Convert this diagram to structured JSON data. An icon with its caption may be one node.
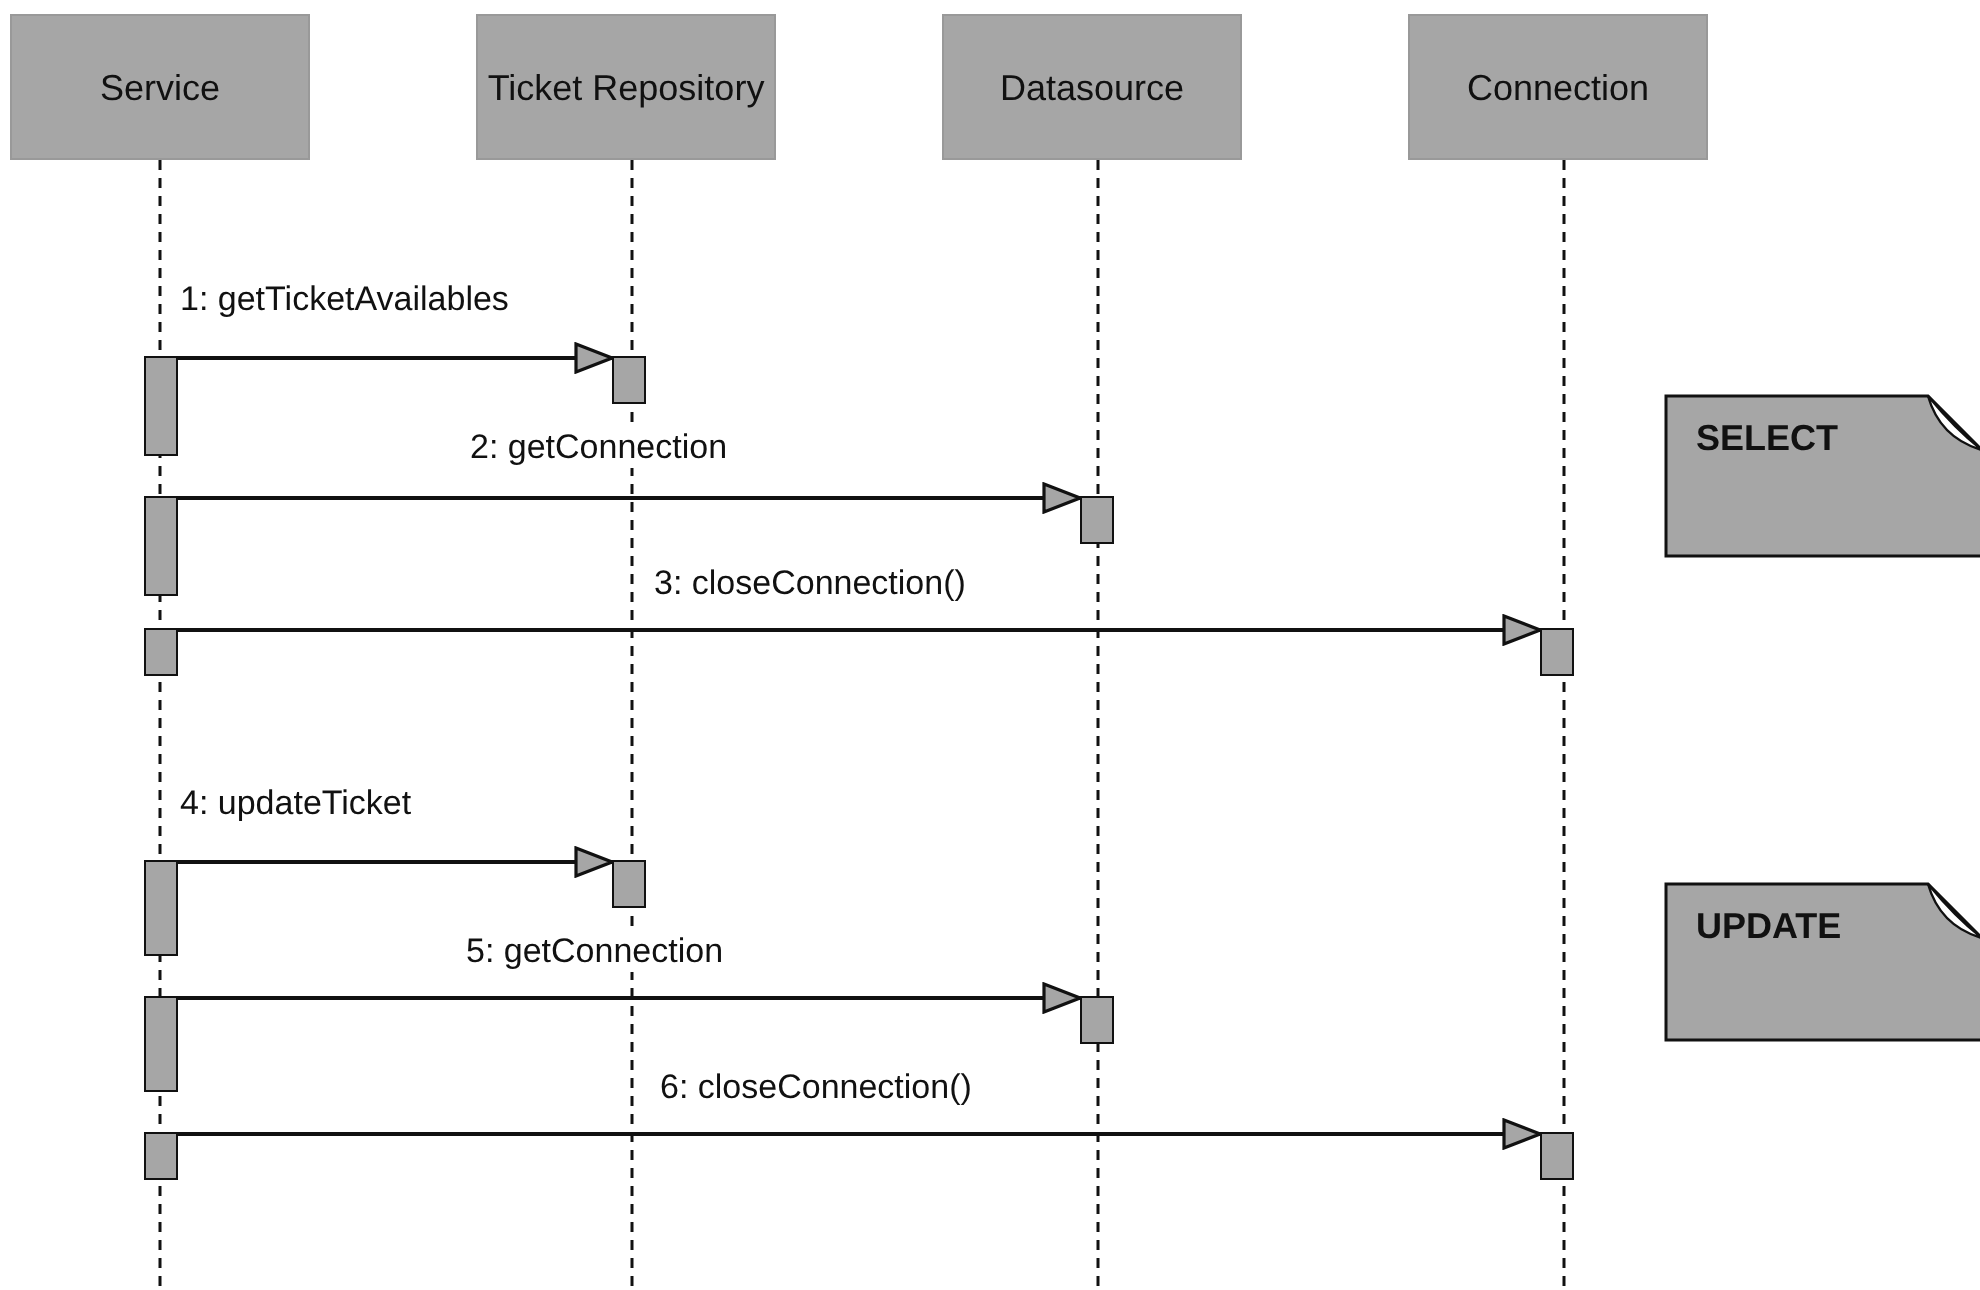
{
  "diagram": {
    "nodes": [
      {
        "text": [
          "Service"
        ]
      },
      {
        "text": [
          "Ticket Repository"
        ]
      },
      {
        "text": [
          "Datasource"
        ]
      },
      {
        "text": [
          "Connection"
        ]
      },
      {
        "text": [
          "SELECT"
        ]
      },
      {
        "text": [
          "UPDATE"
        ]
      },
      {
        "text": [],
        "shape": "bar"
      },
      {
        "text": [],
        "shape": "bar"
      },
      {
        "text": [],
        "shape": "bar"
      },
      {
        "text": [],
        "shape": "bar"
      },
      {
        "text": [],
        "shape": "bar"
      },
      {
        "text": [],
        "shape": "bar"
      },
      {
        "text": [],
        "shape": "bar"
      },
      {
        "text": [],
        "shape": "bar"
      },
      {
        "text": [],
        "shape": "bar"
      },
      {
        "text": [],
        "shape": "bar"
      },
      {
        "text": [],
        "shape": "bar"
      },
      {
        "text": [],
        "shape": "bar"
      }
    ],
    "edges": [
      {
        "from": 6,
        "to": 7,
        "arrow": "to",
        "label": "1: getTicketAvailables"
      },
      {
        "from": 8,
        "to": 9,
        "arrow": "to",
        "label": "2: getConnection"
      },
      {
        "from": 10,
        "to": 11,
        "arrow": "to",
        "label": "3: closeConnection()"
      },
      {
        "from": 12,
        "to": 13,
        "arrow": "to",
        "label": "4: updateTicket"
      },
      {
        "from": 14,
        "to": 15,
        "arrow": "to",
        "label": "5: getConnection"
      },
      {
        "from": 16,
        "to": 17,
        "arrow": "to",
        "label": "6: closeConnection()"
      }
    ]
  }
}
